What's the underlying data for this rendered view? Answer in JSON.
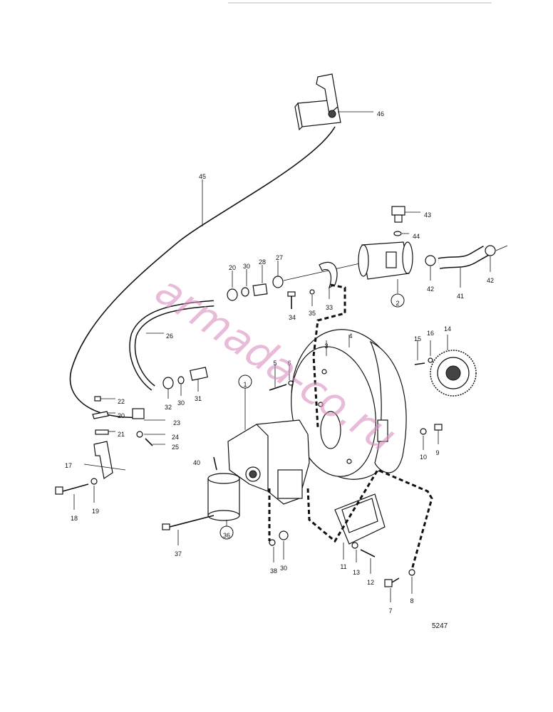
{
  "drawing_number": "5247",
  "watermark": "armada-co.ru",
  "callouts": [
    {
      "id": "c1",
      "text": "1",
      "circled": true
    },
    {
      "id": "c2",
      "text": "2",
      "circled": true
    },
    {
      "id": "c3",
      "text": "3"
    },
    {
      "id": "c4",
      "text": "4"
    },
    {
      "id": "c5",
      "text": "5"
    },
    {
      "id": "c6",
      "text": "6"
    },
    {
      "id": "c7",
      "text": "7"
    },
    {
      "id": "c8",
      "text": "8"
    },
    {
      "id": "c9",
      "text": "9"
    },
    {
      "id": "c10",
      "text": "10"
    },
    {
      "id": "c11",
      "text": "11"
    },
    {
      "id": "c12",
      "text": "12"
    },
    {
      "id": "c13",
      "text": "13"
    },
    {
      "id": "c14",
      "text": "14"
    },
    {
      "id": "c15",
      "text": "15"
    },
    {
      "id": "c16",
      "text": "16"
    },
    {
      "id": "c17",
      "text": "17"
    },
    {
      "id": "c18",
      "text": "18"
    },
    {
      "id": "c19",
      "text": "19"
    },
    {
      "id": "c20a",
      "text": "20"
    },
    {
      "id": "c20b",
      "text": "20"
    },
    {
      "id": "c21",
      "text": "21"
    },
    {
      "id": "c22",
      "text": "22"
    },
    {
      "id": "c23",
      "text": "23"
    },
    {
      "id": "c24",
      "text": "24"
    },
    {
      "id": "c25",
      "text": "25"
    },
    {
      "id": "c26",
      "text": "26"
    },
    {
      "id": "c27",
      "text": "27"
    },
    {
      "id": "c28",
      "text": "28"
    },
    {
      "id": "c30a",
      "text": "30"
    },
    {
      "id": "c30b",
      "text": "30"
    },
    {
      "id": "c30c",
      "text": "30"
    },
    {
      "id": "c31",
      "text": "31"
    },
    {
      "id": "c32",
      "text": "32"
    },
    {
      "id": "c33",
      "text": "33"
    },
    {
      "id": "c34",
      "text": "34"
    },
    {
      "id": "c35",
      "text": "35"
    },
    {
      "id": "c36",
      "text": "36",
      "circled": true
    },
    {
      "id": "c37",
      "text": "37"
    },
    {
      "id": "c38",
      "text": "38"
    },
    {
      "id": "c40",
      "text": "40"
    },
    {
      "id": "c41",
      "text": "41"
    },
    {
      "id": "c42a",
      "text": "42"
    },
    {
      "id": "c42b",
      "text": "42"
    },
    {
      "id": "c43",
      "text": "43"
    },
    {
      "id": "c44",
      "text": "44"
    },
    {
      "id": "c45",
      "text": "45"
    },
    {
      "id": "c46",
      "text": "46"
    }
  ]
}
